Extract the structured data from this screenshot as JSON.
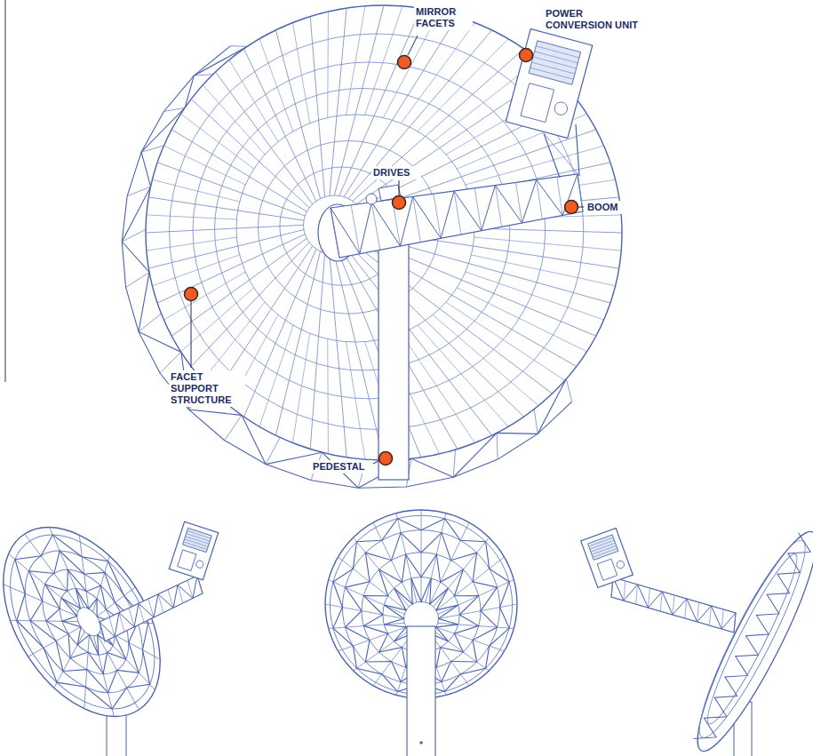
{
  "diagram": {
    "labels": [
      "MIRROR FACETS",
      "POWER CONVERSION UNIT",
      "DRIVES",
      "BOOM",
      "FACET SUPPORT STRUCTURE",
      "PEDESTAL"
    ]
  }
}
